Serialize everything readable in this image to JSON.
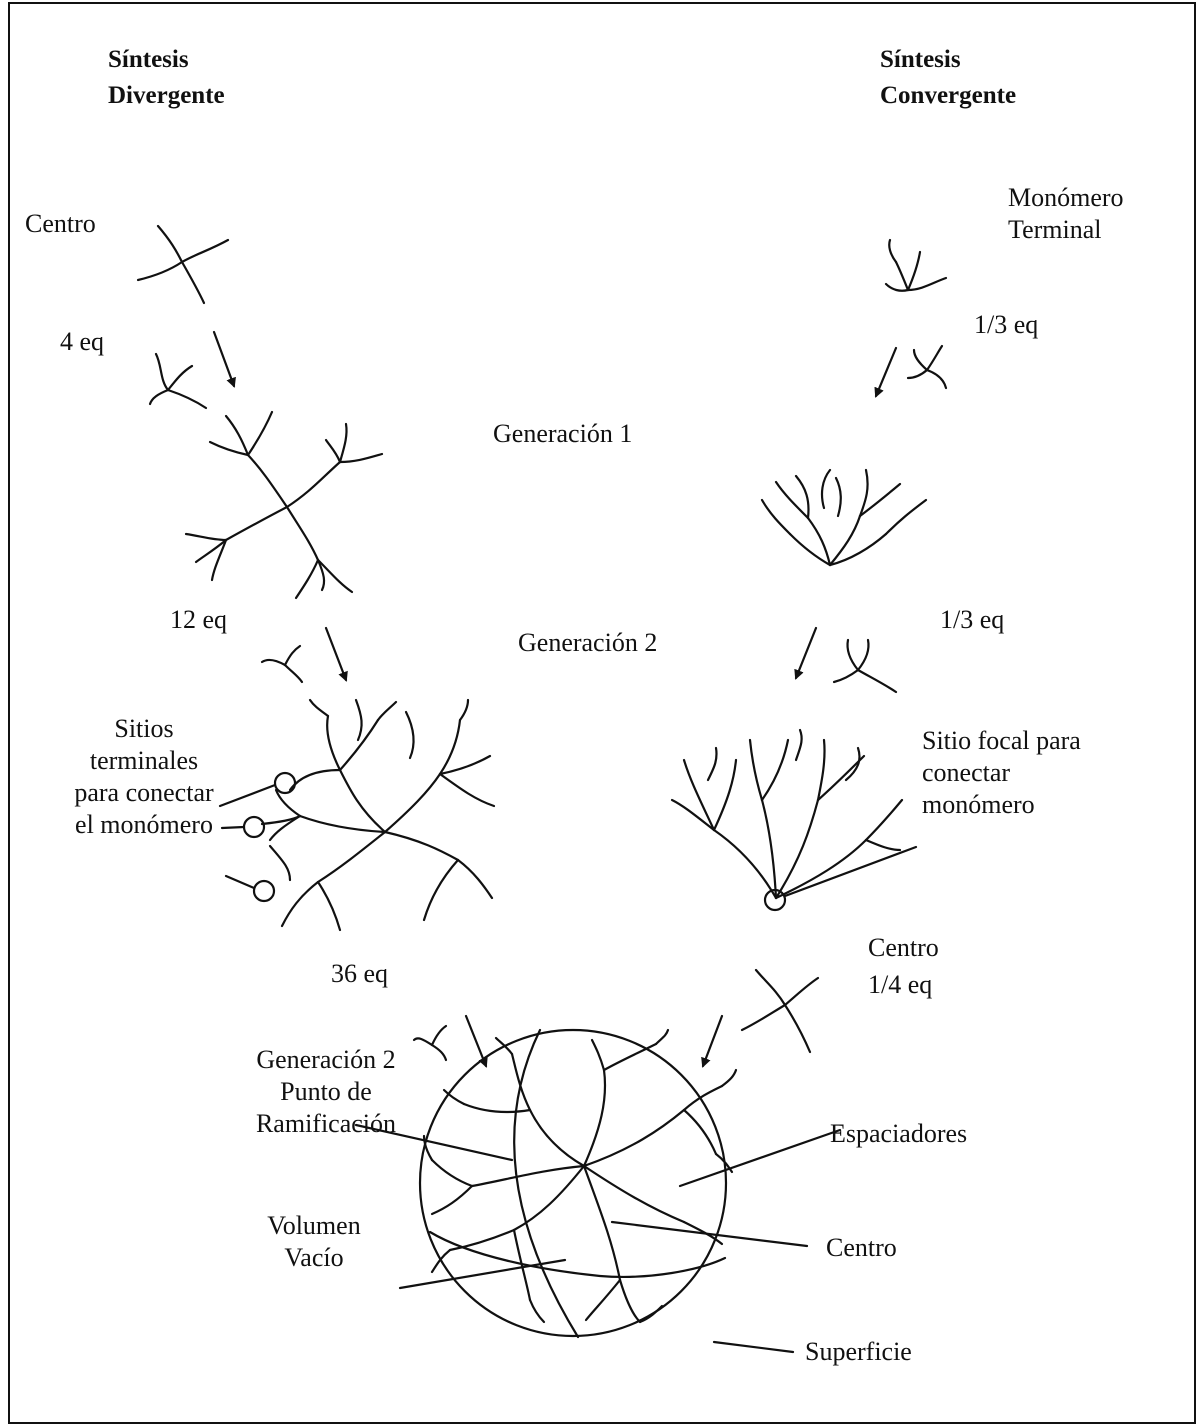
{
  "headers": {
    "divergent": "Síntesis\nDivergente",
    "convergent": "Síntesis\nConvergente"
  },
  "divergent": {
    "core": "Centro",
    "eq1": "4 eq",
    "eq2": "12 eq",
    "eq3": "36 eq",
    "terminal_sites": "Sitios\nterminales\npara conectar\nel monómero"
  },
  "convergent": {
    "terminal_monomer": "Monómero\nTerminal",
    "eq1": "1/3 eq",
    "eq2": "1/3 eq",
    "focal_site": "Sitio focal para\nconectar\nmonómero",
    "core": "Centro",
    "core_eq": "1/4 eq"
  },
  "generations": {
    "gen1": "Generación 1",
    "gen2": "Generación 2"
  },
  "dendrimer": {
    "branch_point": "Generación 2\nPunto de\nRamificación",
    "void_volume": "Volumen\nVacío",
    "spacers": "Espaciadores",
    "core": "Centro",
    "surface": "Superficie"
  }
}
